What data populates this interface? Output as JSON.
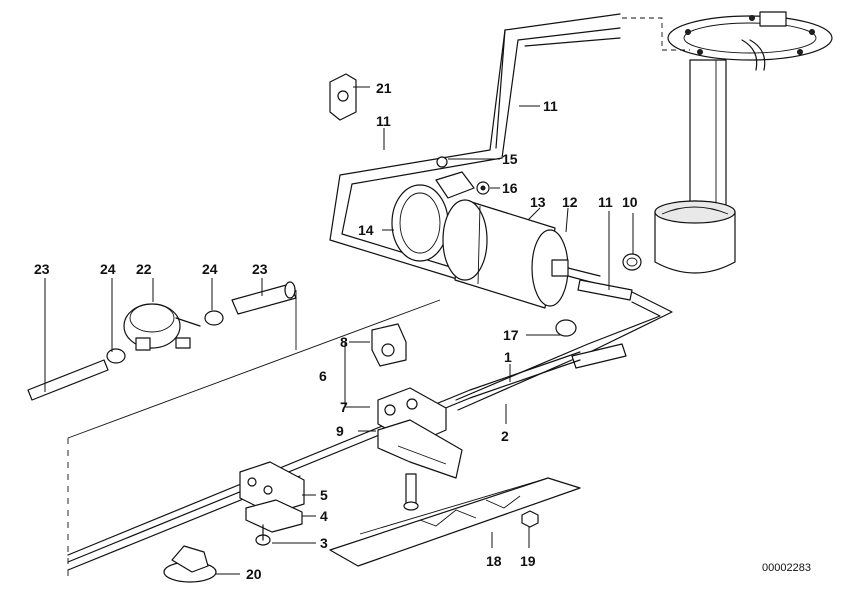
{
  "diagram": {
    "document_id": "00002283",
    "callouts": {
      "c1": "1",
      "c2": "2",
      "c3": "3",
      "c4": "4",
      "c5": "5",
      "c6": "6",
      "c7": "7",
      "c8": "8",
      "c9": "9",
      "c10": "10",
      "c11a": "11",
      "c11b": "11",
      "c11c": "11",
      "c12": "12",
      "c13": "13",
      "c14": "14",
      "c15": "15",
      "c16": "16",
      "c17": "17",
      "c18": "18",
      "c19": "19",
      "c20": "20",
      "c21": "21",
      "c22": "22",
      "c23a": "23",
      "c23b": "23",
      "c24a": "24",
      "c24b": "24"
    }
  }
}
